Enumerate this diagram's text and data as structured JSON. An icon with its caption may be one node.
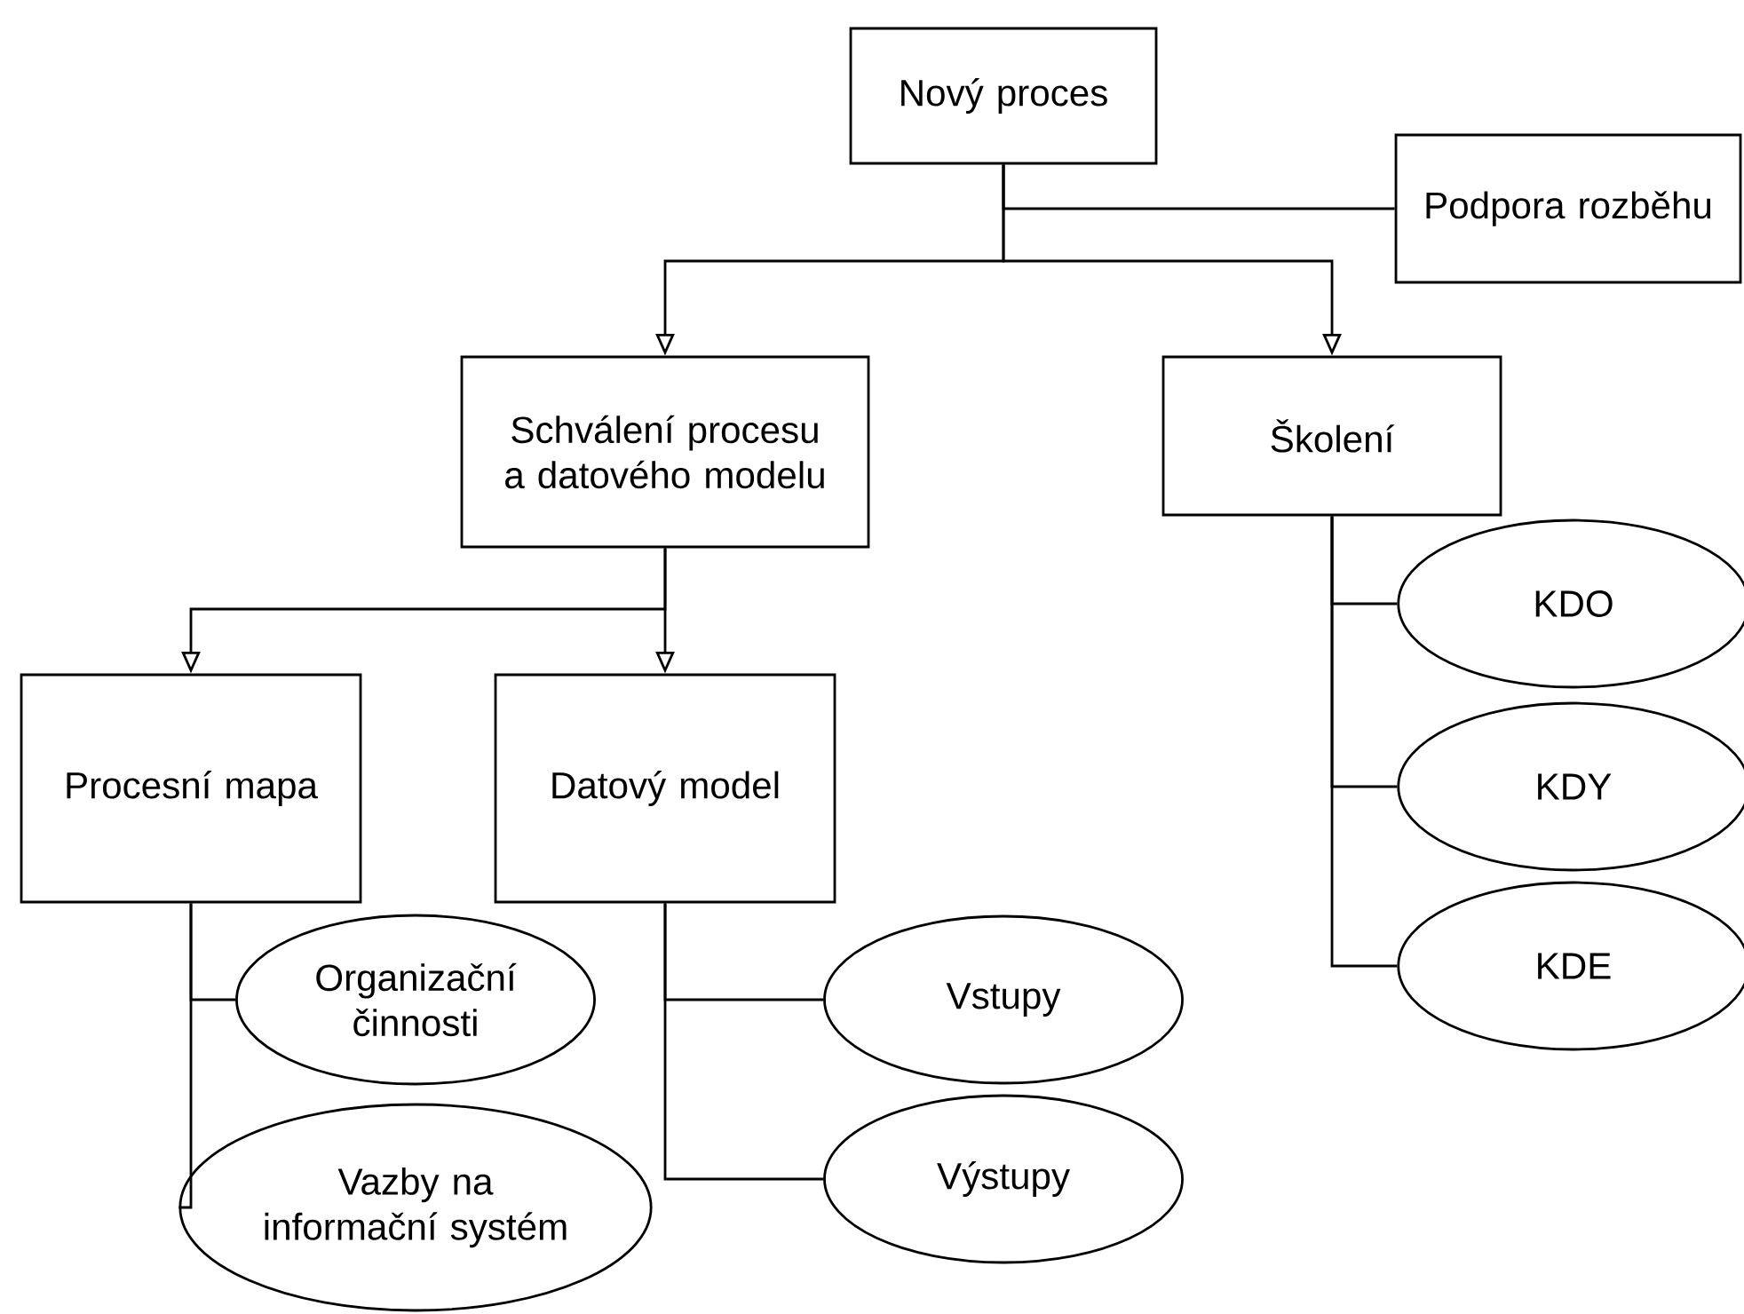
{
  "diagram": {
    "nodes": [
      {
        "text": [
          "Nový proces"
        ]
      },
      {
        "text": [
          "Podpora rozběhu"
        ]
      },
      {
        "text": [
          "Schválení procesu a datového modelu"
        ]
      },
      {
        "text": [
          "Školení"
        ]
      },
      {
        "text": [
          "Procesní mapa"
        ]
      },
      {
        "text": [
          "Datový model"
        ]
      },
      {
        "text": [
          "Organizační činnosti"
        ]
      },
      {
        "text": [
          "Vazby na informační systém"
        ]
      },
      {
        "text": [
          "Vstupy"
        ]
      },
      {
        "text": [
          "Výstupy"
        ]
      },
      {
        "text": [
          "KDO"
        ]
      },
      {
        "text": [
          "KDY"
        ]
      },
      {
        "text": [
          "KDE"
        ]
      }
    ],
    "edges": [
      {
        "from": 0,
        "to": 1,
        "arrow": "none"
      },
      {
        "from": 0,
        "to": 2,
        "arrow": "to"
      },
      {
        "from": 0,
        "to": 3,
        "arrow": "to"
      },
      {
        "from": 2,
        "to": 4,
        "arrow": "to"
      },
      {
        "from": 2,
        "to": 5,
        "arrow": "to"
      },
      {
        "from": 4,
        "to": 6,
        "arrow": "none"
      },
      {
        "from": 4,
        "to": 7,
        "arrow": "none"
      },
      {
        "from": 5,
        "to": 8,
        "arrow": "none"
      },
      {
        "from": 5,
        "to": 9,
        "arrow": "none"
      },
      {
        "from": 3,
        "to": 10,
        "arrow": "none"
      },
      {
        "from": 3,
        "to": 11,
        "arrow": "none"
      },
      {
        "from": 3,
        "to": 12,
        "arrow": "none"
      }
    ]
  }
}
